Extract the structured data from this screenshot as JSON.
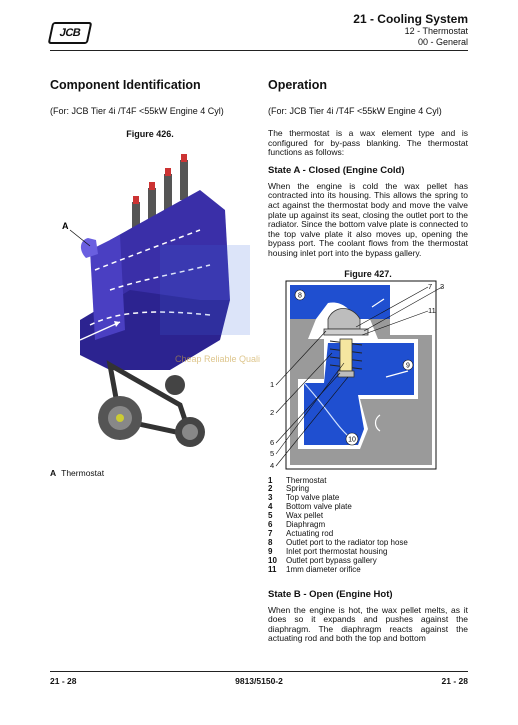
{
  "header": {
    "logo": "JCB",
    "chapter": "21 - Cooling System",
    "section": "12 - Thermostat",
    "subsection": "00 - General"
  },
  "left": {
    "title": "Component Identification",
    "applicability": "(For: JCB Tier 4i /T4F <55kW Engine 4 Cyl)",
    "figure_title": "Figure 426.",
    "callout": "A",
    "caption_key": "A",
    "caption_text": "Thermostat",
    "watermark": "Cheap Reliable Quality"
  },
  "right": {
    "title": "Operation",
    "applicability": "(For: JCB Tier 4i /T4F <55kW Engine 4 Cyl)",
    "intro": "The thermostat is a wax element type and is configured for by-pass blanking. The thermostat functions as follows:",
    "state_a_title": "State A - Closed (Engine Cold)",
    "state_a_text": "When the engine is cold the wax pellet has contracted into its housing. This allows the spring to act against the thermostat body and move the valve plate up against its seat, closing the outlet port to the radiator. Since the bottom valve plate is connected to the top valve plate it also moves up, opening the bypass port. The coolant flows from the thermostat housing inlet port into the bypass gallery.",
    "figure_title": "Figure 427.",
    "figure_labels": {
      "l1": "1",
      "l2": "2",
      "l3": "3",
      "l4": "4",
      "l5": "5",
      "l6": "6",
      "l7": "7",
      "l8": "8",
      "l9": "9",
      "l10": "10",
      "l11": "11"
    },
    "legend": [
      {
        "num": "1",
        "text": "Thermostat"
      },
      {
        "num": "2",
        "text": "Spring"
      },
      {
        "num": "3",
        "text": "Top valve plate"
      },
      {
        "num": "4",
        "text": "Bottom valve plate"
      },
      {
        "num": "5",
        "text": "Wax pellet"
      },
      {
        "num": "6",
        "text": "Diaphragm"
      },
      {
        "num": "7",
        "text": "Actuating rod"
      },
      {
        "num": "8",
        "text": "Outlet port to the radiator top hose"
      },
      {
        "num": "9",
        "text": "Inlet port thermostat housing"
      },
      {
        "num": "10",
        "text": "Outlet port bypass gallery"
      },
      {
        "num": "11",
        "text": "1mm diameter orifice"
      }
    ],
    "state_b_title": "State B - Open (Engine Hot)",
    "state_b_text": "When the engine is hot, the wax pellet melts, as it does so it expands and pushes against the diaphragm. The diaphragm reacts against the actuating rod and both the top and bottom"
  },
  "footer": {
    "page_left": "21 - 28",
    "doc_number": "9813/5150-2",
    "page_right": "21 - 28"
  },
  "colors": {
    "coolant_blue": "#1f4fd0",
    "engine_purple": "#3a2fa8",
    "housing_grey": "#9a9a9a"
  }
}
